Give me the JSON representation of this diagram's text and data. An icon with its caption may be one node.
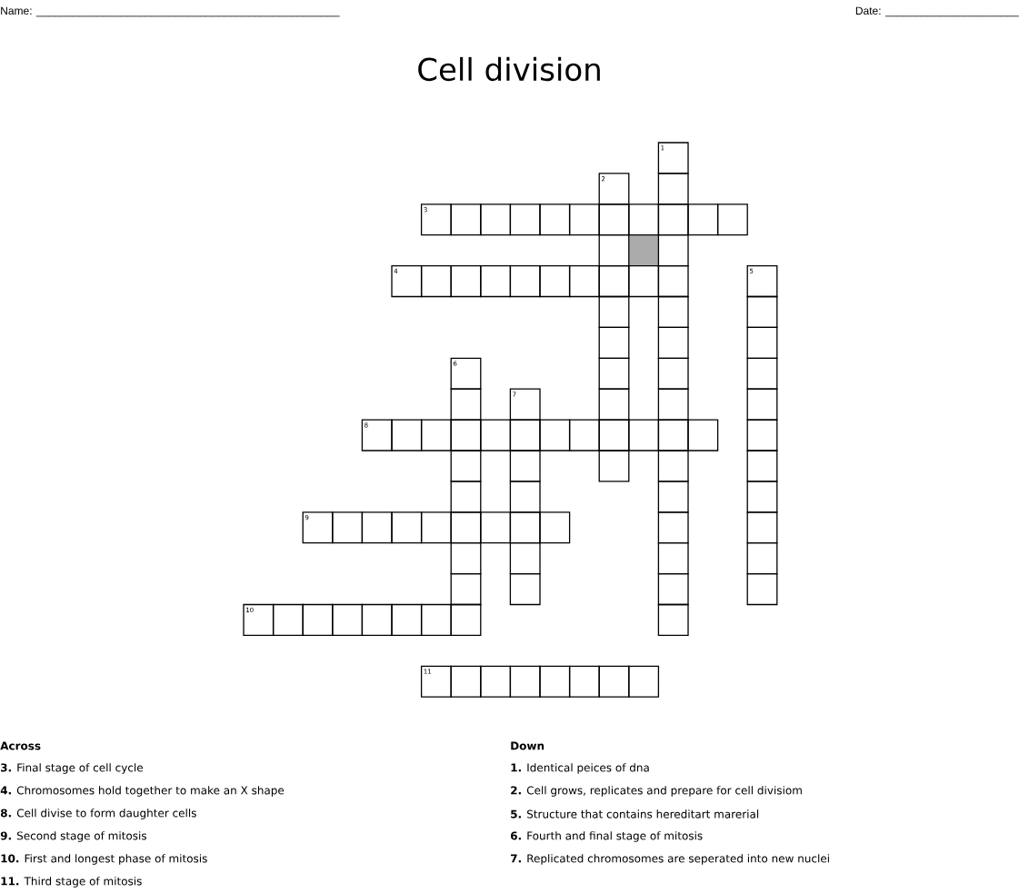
{
  "diagram": {
    "title": "Cell division",
    "labels": [
      "Name: __________________________________________________",
      "Date: ______________________",
      "1",
      "2",
      "3",
      "4",
      "5",
      "6",
      "7",
      "8",
      "9",
      "10",
      "11",
      "Across",
      "**3.** Final stage of cell cycle",
      "**4.** Chromosomes hold together to make an X shape",
      "**8.** Cell divise to form daughter cells",
      "**9.** Second stage of mitosis",
      "**10.** First and longest phase of mitosis",
      "**11.** Third stage of mitosis",
      "Down",
      "**1.** Identical peices of dna",
      "**2.** Cell grows, replicates and prepare for cell divisiom",
      "**5.** Structure that contains hereditart marerial",
      "**6.** Fourth and final stage of mitosis",
      "**7.** Replicated chromosomes are seperated into new nuclei"
    ]
  }
}
